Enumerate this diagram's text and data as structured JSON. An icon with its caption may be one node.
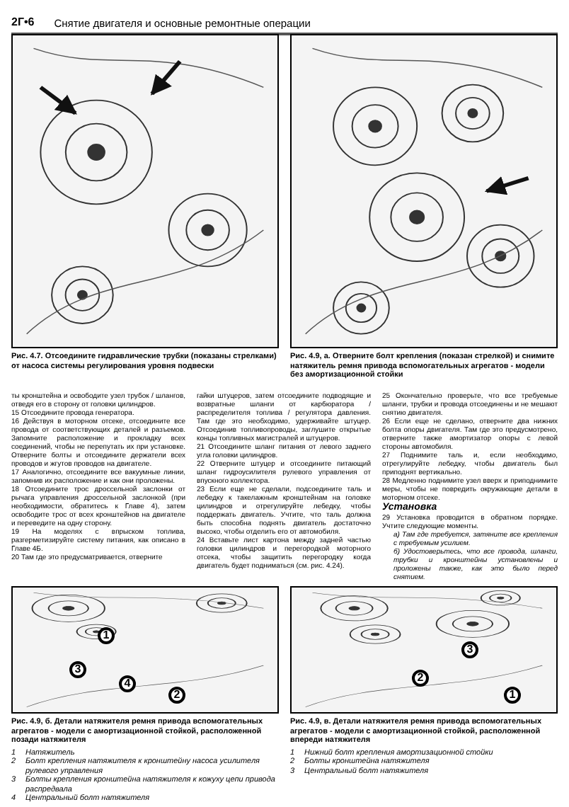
{
  "diagram": {
    "title": "Снятие двигателя и основные ремонтные операции",
    "labels": [
      "2Г•6",
      "Рис. 4.7. Отсоедините гидравлические трубки (показаны стрелками) от насоса системы регулирования уровня подвески",
      "Рис. 4.9, а. Отверните болт крепления (показан стрелкой) и снимите натяжитель ремня привода вспомогательных агрегатов - модели без амортизационной стойки",
      "ты кронштейна и освободите узел трубок / шлангов, отведя его в сторону от головки цилиндров.",
      "15 Отсоедините провода генератора.",
      "16 Действуя в моторном отсеке, отсоедините все провода от соответствующих деталей и разъемов. Запомните расположение и прокладку всех соединений, чтобы не перепутать их при установке. Отверните болты и отсоедините держатели всех проводов и жгутов проводов на двигателе.",
      "17 Аналогично, отсоедините все вакуумные линии, запомнив их расположение и как они проложены.",
      "18 Отсоедините трос дроссельной заслонки от рычага управления дроссельной заслонкой (при необходимости, обратитесь к Главе 4), затем освободите трос от всех кронштейнов на двигателе и переведите на одну сторону.",
      "19 На моделях с впрыском топлива, разгерметизируйте систему питания, как описано в Главе 4Б.",
      "20 Там где это предусматривается, отверните",
      "гайки штуцеров, затем отсоедините подводящие и возвратные шланги от карбюратора / распределителя топлива / регулятора давления. Там где это необходимо, удерживайте штуцер. Отсоединив топливопроводы, заглушите открытые концы топливных магистралей и штуцеров.",
      "21 Отсоедините шланг питания от левого заднего угла головки цилиндров.",
      "22 Отверните штуцер и отсоедините питающий шланг гидроусилителя рулевого управления от впускного коллектора.",
      "23 Если еще не сделали, подсоедините таль и лебедку к такелажным кронштейнам на головке цилиндров и отрегулируйте лебедку, чтобы поддержать двигатель. Учтите, что таль должна быть способна поднять двигатель достаточно высоко, чтобы отделить его от автомобиля.",
      "24 Вставьте лист картона между задней частью головки цилиндров и перегородкой моторного отсека, чтобы защитить перегородку когда двигатель будет подниматься (см. рис. 4.24).",
      "25 Окончательно проверьте, что все требуемые шланги, трубки и провода отсоединены и не мешают снятию двигателя.",
      "26 Если еще не сделано, отверните два нижних болта опоры двигателя. Там где это предусмотрено, отверните также амортизатор опоры с левой стороны автомобиля.",
      "27 Поднимите таль и, если необходимо, отрегулируйте лебедку, чтобы двигатель был приподнят вертикально.",
      "28 Медленно поднимите узел вверх и приподнимите меры, чтобы не повредить окружающие детали в моторном отсеке.",
      "Установка",
      "29 Установка проводится в обратном порядке. Учтите следующие моменты.",
      "а) Там где требуется, затяните все крепления с требуемым усилием.",
      "б) Удостоверьтесь, что все провода, шланги, трубки и кронштейны установлены и проложены также, как это было перед снятием.",
      "1",
      "3",
      "4",
      "2",
      "3",
      "2",
      "1",
      "Рис. 4.9, б. Детали натяжителя ремня привода вспомогательных агрегатов - модели с амортизационной стойкой, расположенной позади натяжителя",
      "1",
      "Натяжитель",
      "2",
      "Болт крепления натяжителя к кронштейну насоса усилителя рулевого управления",
      "3",
      "Болты крепления кронштейна натяжителя к кожуху цепи привода распредвала",
      "4",
      "Центральный болт натяжителя",
      "Рис. 4.9, в. Детали натяжителя ремня привода вспомогательных агрегатов - модели с амортизационной стойкой, расположенной впереди натяжителя",
      "1",
      "Нижний болт крепления амортизационной стойки",
      "2",
      "Болты кронштейна натяжителя",
      "3",
      "Центральный болт натяжителя"
    ]
  }
}
